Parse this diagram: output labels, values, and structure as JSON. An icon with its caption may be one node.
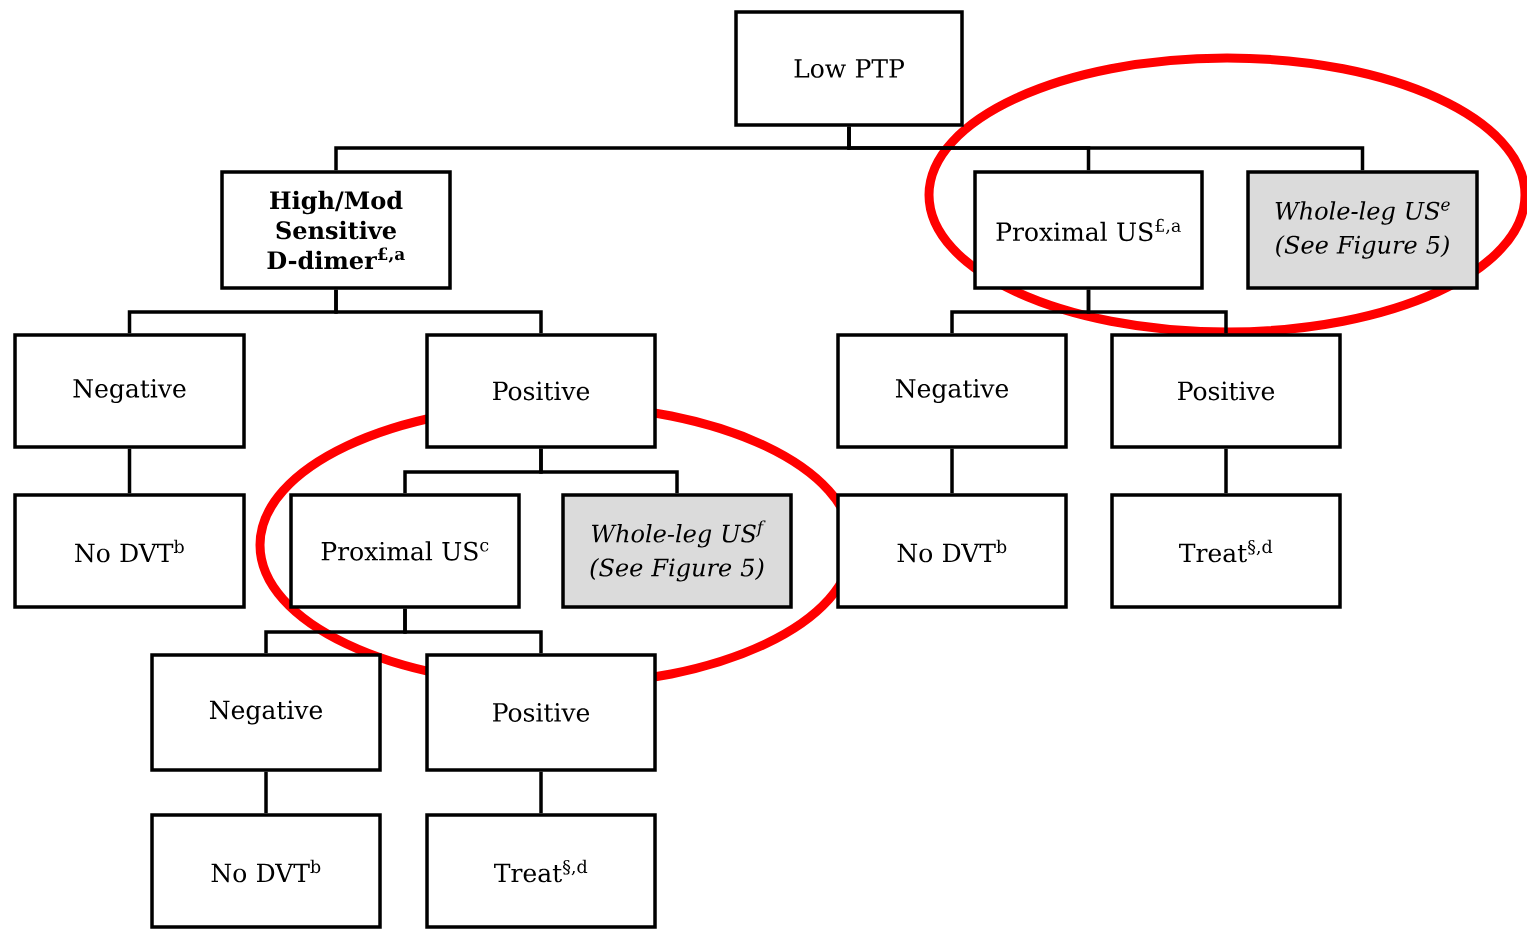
{
  "diagram": {
    "nodes": [
      {
        "text": [
          "Low PTP"
        ]
      },
      {
        "text": [
          "High/Mod Sensitive D-dimer$^{£,a}$"
        ]
      },
      {
        "text": [
          "Proximal US$^{£,a}$"
        ]
      },
      {
        "text": [
          "Whole-leg US$^{e}$ (See Figure 5)"
        ]
      },
      {
        "text": [
          "Negative"
        ]
      },
      {
        "text": [
          "Positive"
        ]
      },
      {
        "text": [
          "Negative"
        ]
      },
      {
        "text": [
          "Positive"
        ]
      },
      {
        "text": [
          "No DVT$^{b}$"
        ]
      },
      {
        "text": [
          "Proximal US$^{c}$"
        ]
      },
      {
        "text": [
          "Whole-leg US$^{f}$ (See Figure 5)"
        ]
      },
      {
        "text": [
          "No DVT$^{b}$"
        ]
      },
      {
        "text": [
          "Treat$^{§,d}$"
        ]
      },
      {
        "text": [
          "Negative"
        ]
      },
      {
        "text": [
          "Positive"
        ]
      },
      {
        "text": [
          "No DVT$^{b}$"
        ]
      },
      {
        "text": [
          "Treat$^{§,d}$"
        ]
      }
    ],
    "edges": [
      {
        "from": 0,
        "to": 1,
        "arrow": "none"
      },
      {
        "from": 0,
        "to": 2,
        "arrow": "none"
      },
      {
        "from": 0,
        "to": 3,
        "arrow": "none"
      },
      {
        "from": 1,
        "to": 4,
        "arrow": "none"
      },
      {
        "from": 1,
        "to": 5,
        "arrow": "none"
      },
      {
        "from": 2,
        "to": 6,
        "arrow": "none"
      },
      {
        "from": 2,
        "to": 7,
        "arrow": "none"
      },
      {
        "from": 4,
        "to": 8,
        "arrow": "none"
      },
      {
        "from": 5,
        "to": 9,
        "arrow": "none"
      },
      {
        "from": 5,
        "to": 10,
        "arrow": "none"
      },
      {
        "from": 6,
        "to": 11,
        "arrow": "none"
      },
      {
        "from": 7,
        "to": 12,
        "arrow": "none"
      },
      {
        "from": 9,
        "to": 13,
        "arrow": "none"
      },
      {
        "from": 9,
        "to": 14,
        "arrow": "none"
      },
      {
        "from": 13,
        "to": 15,
        "arrow": "none"
      },
      {
        "from": 14,
        "to": 16,
        "arrow": "none"
      }
    ]
  }
}
